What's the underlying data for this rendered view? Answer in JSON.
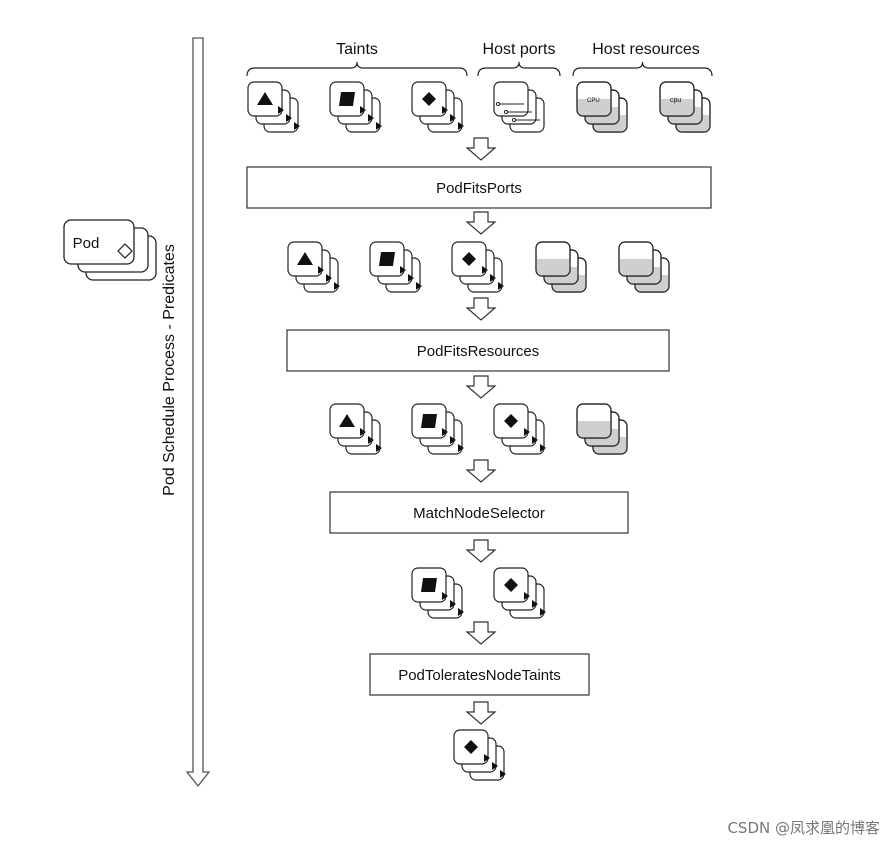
{
  "diagram": {
    "axis_label": "Pod Schedule Process - Predicates",
    "pod_label": "Pod",
    "groups": {
      "taints": "Taints",
      "host_ports": "Host ports",
      "host_resources": "Host resources"
    },
    "steps": [
      {
        "label": "PodFitsPorts"
      },
      {
        "label": "PodFitsResources"
      },
      {
        "label": "MatchNodeSelector"
      },
      {
        "label": "PodToleratesNodeTaints"
      }
    ],
    "node_rows": [
      [
        "triangle",
        "square",
        "diamond",
        "port",
        "cpu-small",
        "cpu"
      ],
      [
        "triangle",
        "square",
        "diamond",
        "resource",
        "resource"
      ],
      [
        "triangle",
        "square",
        "diamond",
        "resource"
      ],
      [
        "square",
        "diamond"
      ],
      [
        "diamond"
      ]
    ],
    "resource_text": {
      "cpu_upper": "CPU",
      "cpu_lower": "cpu"
    }
  },
  "watermark": "CSDN @凤求凰的博客"
}
